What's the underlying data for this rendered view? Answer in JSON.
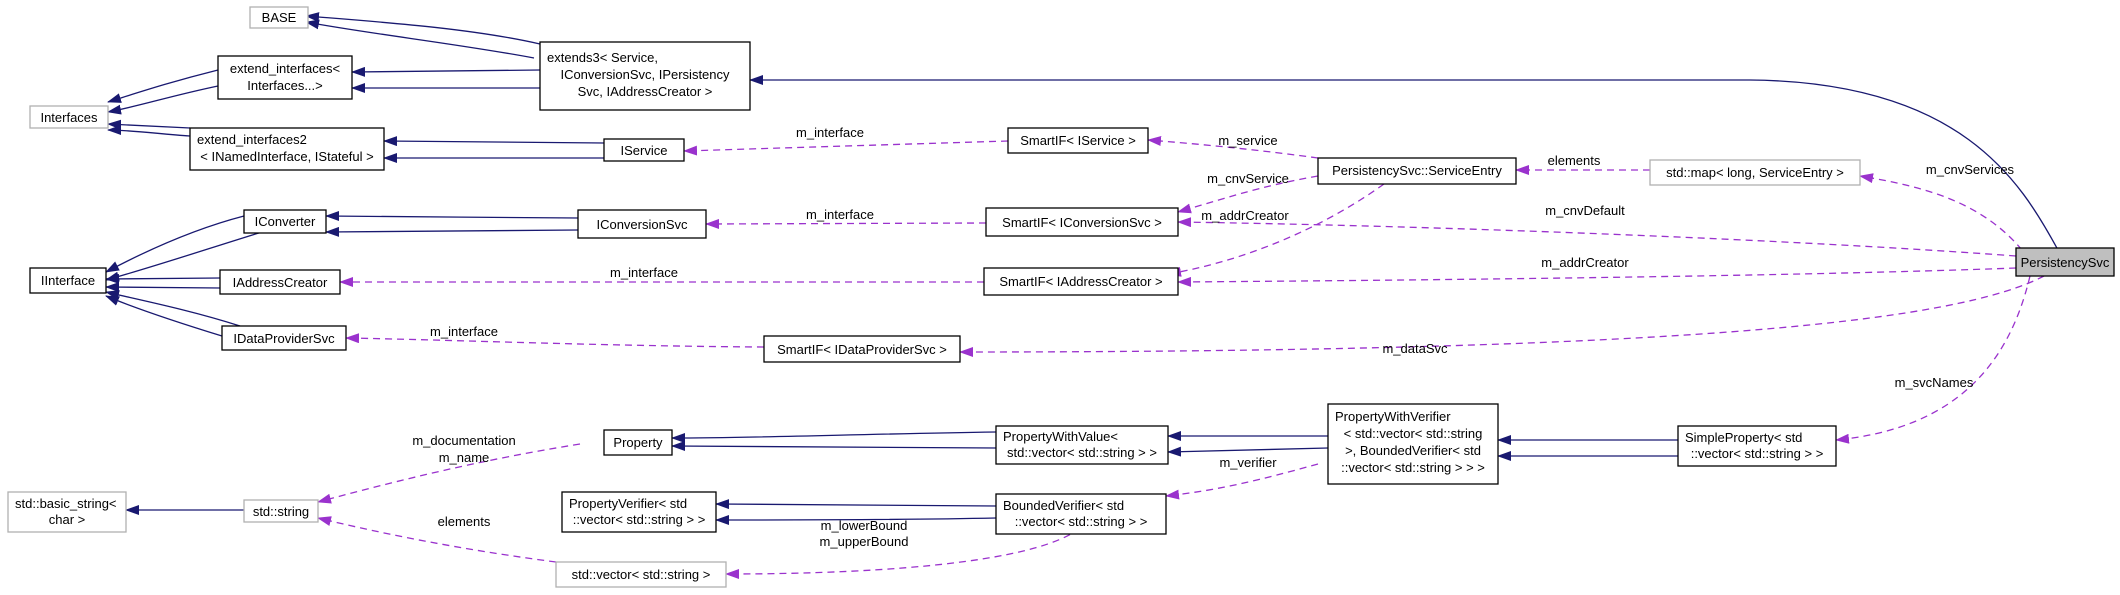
{
  "diagram": {
    "nodes": {
      "base": [
        "BASE"
      ],
      "extend_interfaces": [
        "extend_interfaces<",
        "Interfaces...>"
      ],
      "interfaces": [
        "Interfaces"
      ],
      "extends3": [
        "extends3< Service,",
        "IConversionSvc, IPersistency",
        "Svc, IAddressCreator >"
      ],
      "extend_interfaces2": [
        "extend_interfaces2",
        "< INamedInterface, IStateful >"
      ],
      "iservice": [
        "IService"
      ],
      "smartif_iservice": [
        "SmartIF< IService >"
      ],
      "service_entry": [
        "PersistencySvc::ServiceEntry"
      ],
      "std_map": [
        "std::map< long, ServiceEntry >"
      ],
      "iconverter": [
        "IConverter"
      ],
      "iconversionsvc": [
        "IConversionSvc"
      ],
      "smartif_iconversionsvc": [
        "SmartIF< IConversionSvc >"
      ],
      "iinterface": [
        "IInterface"
      ],
      "iaddresscreator": [
        "IAddressCreator"
      ],
      "smartif_iaddresscreator": [
        "SmartIF< IAddressCreator >"
      ],
      "persistencysvc": [
        "PersistencySvc"
      ],
      "idataprovidersvc": [
        "IDataProviderSvc"
      ],
      "smartif_idataprovidersvc": [
        "SmartIF< IDataProviderSvc >"
      ],
      "property": [
        "Property"
      ],
      "propertywithvalue": [
        "PropertyWithValue<",
        "std::vector< std::string > >"
      ],
      "propertywithverifier": [
        "PropertyWithVerifier",
        "< std::vector< std::string",
        ">, BoundedVerifier< std",
        "::vector< std::string > > >"
      ],
      "simpleproperty": [
        "SimpleProperty< std",
        "::vector< std::string > >"
      ],
      "basic_string": [
        "std::basic_string<",
        "char >"
      ],
      "std_string": [
        "std::string"
      ],
      "propertyverifier": [
        "PropertyVerifier< std",
        "::vector< std::string > >"
      ],
      "boundedverifier": [
        "BoundedVerifier< std",
        "::vector< std::string > >"
      ],
      "std_vector": [
        "std::vector< std::string >"
      ]
    },
    "edge_labels": {
      "iservice_interface": "m_interface",
      "m_service": "m_service",
      "elements_map": "elements",
      "m_cnvServices": "m_cnvServices",
      "m_cnvService": "m_cnvService",
      "iconversionsvc_interface": "m_interface",
      "m_addrCreator_entry": "m_addrCreator",
      "m_cnvDefault": "m_cnvDefault",
      "iaddresscreator_interface": "m_interface",
      "m_addrCreator": "m_addrCreator",
      "idataprovidersvc_interface": "m_interface",
      "m_dataSvc": "m_dataSvc",
      "m_svcNames": "m_svcNames",
      "m_documentation": "m_documentation",
      "m_name": "m_name",
      "m_verifier": "m_verifier",
      "elements_vector": "elements",
      "m_lowerBound": "m_lowerBound",
      "m_upperBound": "m_upperBound"
    }
  },
  "colors": {
    "inheritance_edge": "#191970",
    "usage_edge": "#9a32cd",
    "external_class_border": "#b0b0b0",
    "focus_class_fill": "#bfbfbf"
  }
}
